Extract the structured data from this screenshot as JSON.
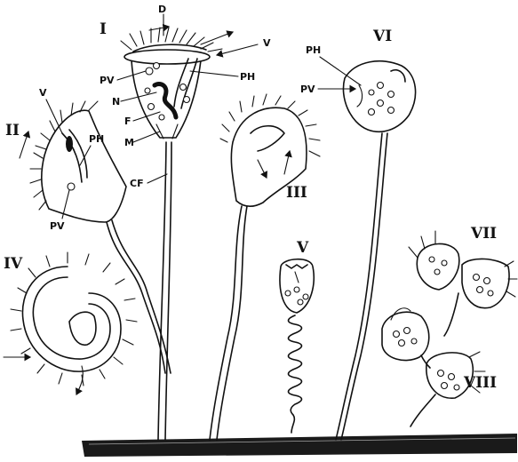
{
  "roman_labels": {
    "I": "I",
    "II": "II",
    "III": "III",
    "IV": "IV",
    "V": "V",
    "VI": "VI",
    "VII": "VII",
    "VIII": "VIII"
  },
  "part_labels": {
    "D": "D",
    "V_top": "V",
    "V_left": "V",
    "PV_I": "PV",
    "PH_I": "PH",
    "N": "N",
    "F": "F",
    "M": "M",
    "CF": "CF",
    "PH_II": "PH",
    "PV_II": "PV",
    "PH_VI": "PH",
    "PV_VI": "PV"
  }
}
